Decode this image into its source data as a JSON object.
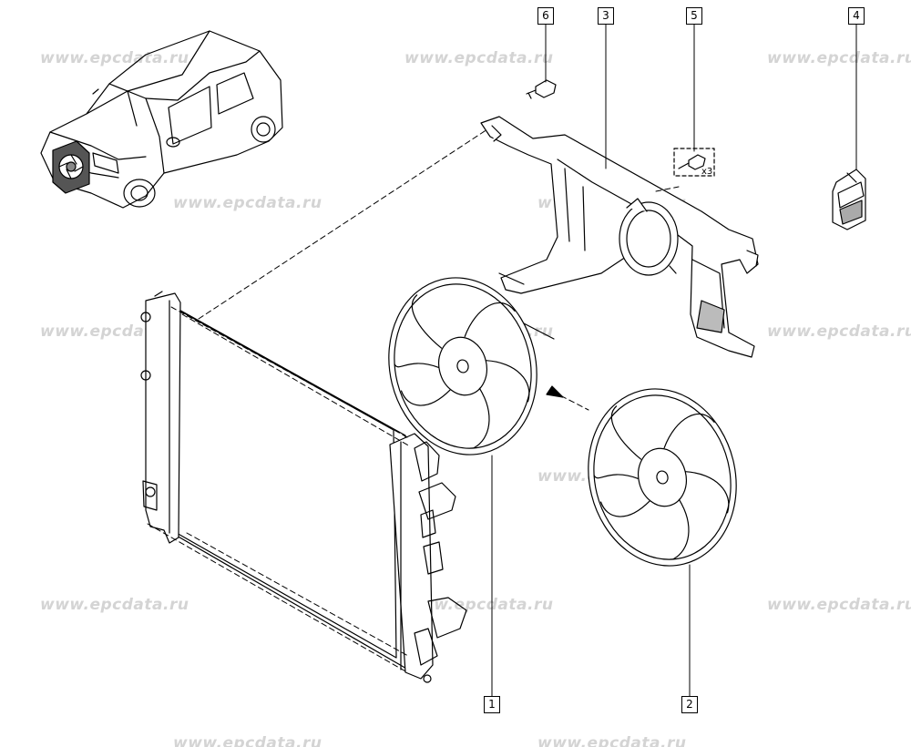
{
  "watermark_text": "www.epcdata.ru",
  "callouts": {
    "part_1": "1",
    "part_2": "2",
    "part_3": "3",
    "part_4": "4",
    "part_5": "5",
    "part_6": "6"
  },
  "quantity_label": "x3"
}
